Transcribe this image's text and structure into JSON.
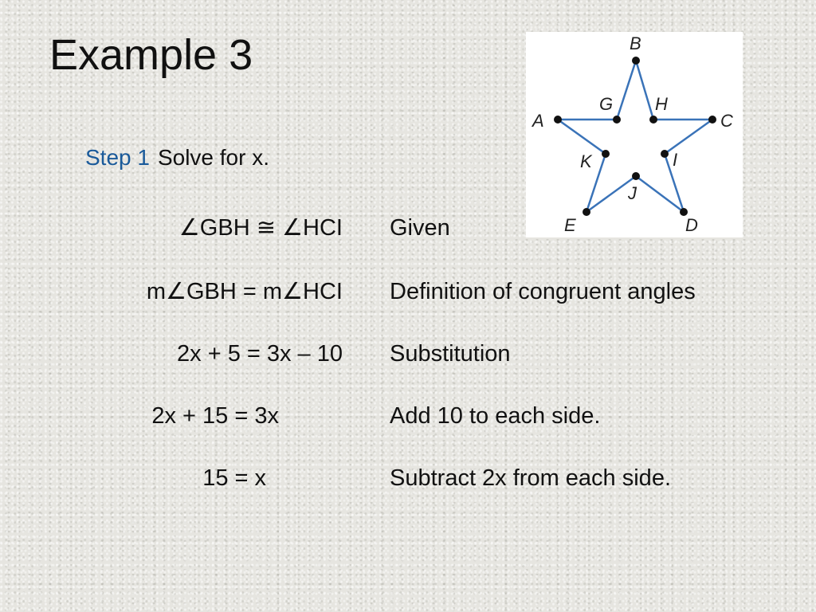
{
  "title": "Example 3",
  "step": {
    "label": "Step 1",
    "text": "Solve for x."
  },
  "proof": [
    {
      "statement": "∠GBH ≅ ∠HCI",
      "reason": "Given"
    },
    {
      "statement": "m∠GBH = m∠HCI",
      "reason": "Definition of congruent angles"
    },
    {
      "statement": "2x + 5 = 3x – 10",
      "reason": "Substitution"
    },
    {
      "statement": "2x + 15 = 3x",
      "reason": "Add 10 to each side."
    },
    {
      "statement": "15 = x",
      "reason": "Subtract 2x from each side."
    }
  ],
  "figure": {
    "points": [
      "B",
      "G",
      "H",
      "A",
      "C",
      "K",
      "I",
      "J",
      "E",
      "D"
    ],
    "line_color": "#3a73b8"
  }
}
